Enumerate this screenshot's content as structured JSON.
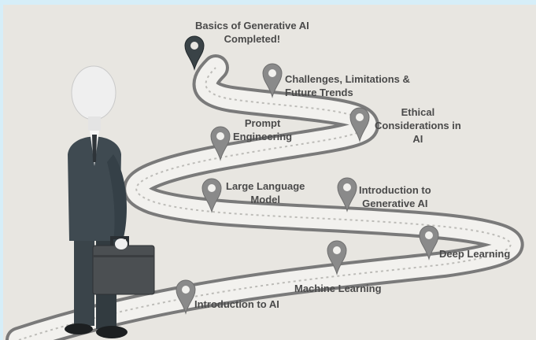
{
  "colors": {
    "background": "#e8e6e1",
    "border": "#d6eef8",
    "path": "#f2f1ee",
    "path_edge": "#7a7a7a",
    "pin": "#8a8a8a",
    "pin_final": "#3a4347",
    "text": "#4a4a4a"
  },
  "milestones": [
    {
      "id": "introduction-to-ai",
      "label": "Introduction to AI",
      "icon": "map-pin-icon"
    },
    {
      "id": "machine-learning",
      "label": "Machine Learning",
      "icon": "map-pin-icon"
    },
    {
      "id": "deep-learning",
      "label": "Deep Learning",
      "icon": "map-pin-icon"
    },
    {
      "id": "introduction-to-generative-ai",
      "label": "Introduction to\nGenerative  AI",
      "icon": "map-pin-icon"
    },
    {
      "id": "large-language-model",
      "label": "Large Language\nModel",
      "icon": "map-pin-icon"
    },
    {
      "id": "prompt-engineering",
      "label": "Prompt\nEngineering",
      "icon": "map-pin-icon"
    },
    {
      "id": "ethical-considerations",
      "label": "Ethical\nConsiderations in\nAI",
      "icon": "map-pin-icon"
    },
    {
      "id": "challenges-limitations",
      "label": "Challenges, Limitations &\nFuture Trends",
      "icon": "map-pin-icon"
    },
    {
      "id": "basics-completed",
      "label": "Basics of Generative  AI\nCompleted!",
      "icon": "map-pin-dark-icon"
    }
  ],
  "figure": {
    "icon": "businessman-with-briefcase-icon"
  }
}
